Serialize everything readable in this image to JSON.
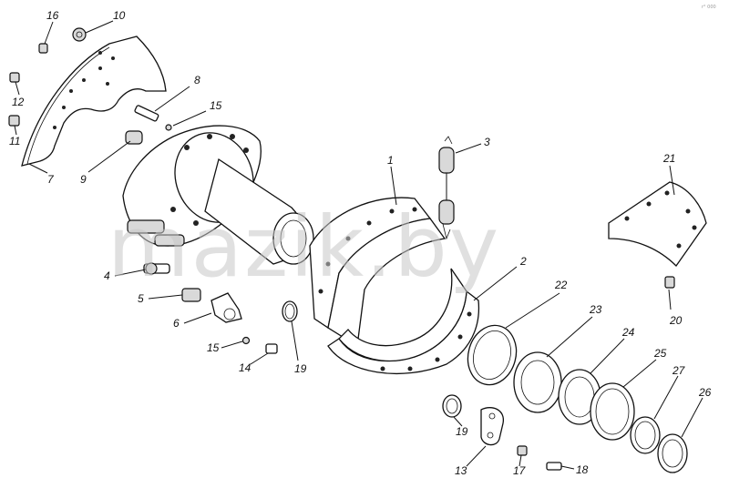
{
  "watermark": "mazik.by",
  "corner_mark": "r° 000",
  "labels": {
    "p1": "1",
    "p2": "2",
    "p3": "3",
    "p4": "4",
    "p5": "5",
    "p6": "6",
    "p7": "7",
    "p8": "8",
    "p9": "9",
    "p10": "10",
    "p11": "11",
    "p12": "12",
    "p13": "13",
    "p14": "14",
    "p15a": "15",
    "p15b": "15",
    "p16": "16",
    "p17": "17",
    "p18": "18",
    "p19a": "19",
    "p19b": "19",
    "p20": "20",
    "p21": "21",
    "p22": "22",
    "p23": "23",
    "p24": "24",
    "p25": "25",
    "p26": "26",
    "p27": "27"
  }
}
